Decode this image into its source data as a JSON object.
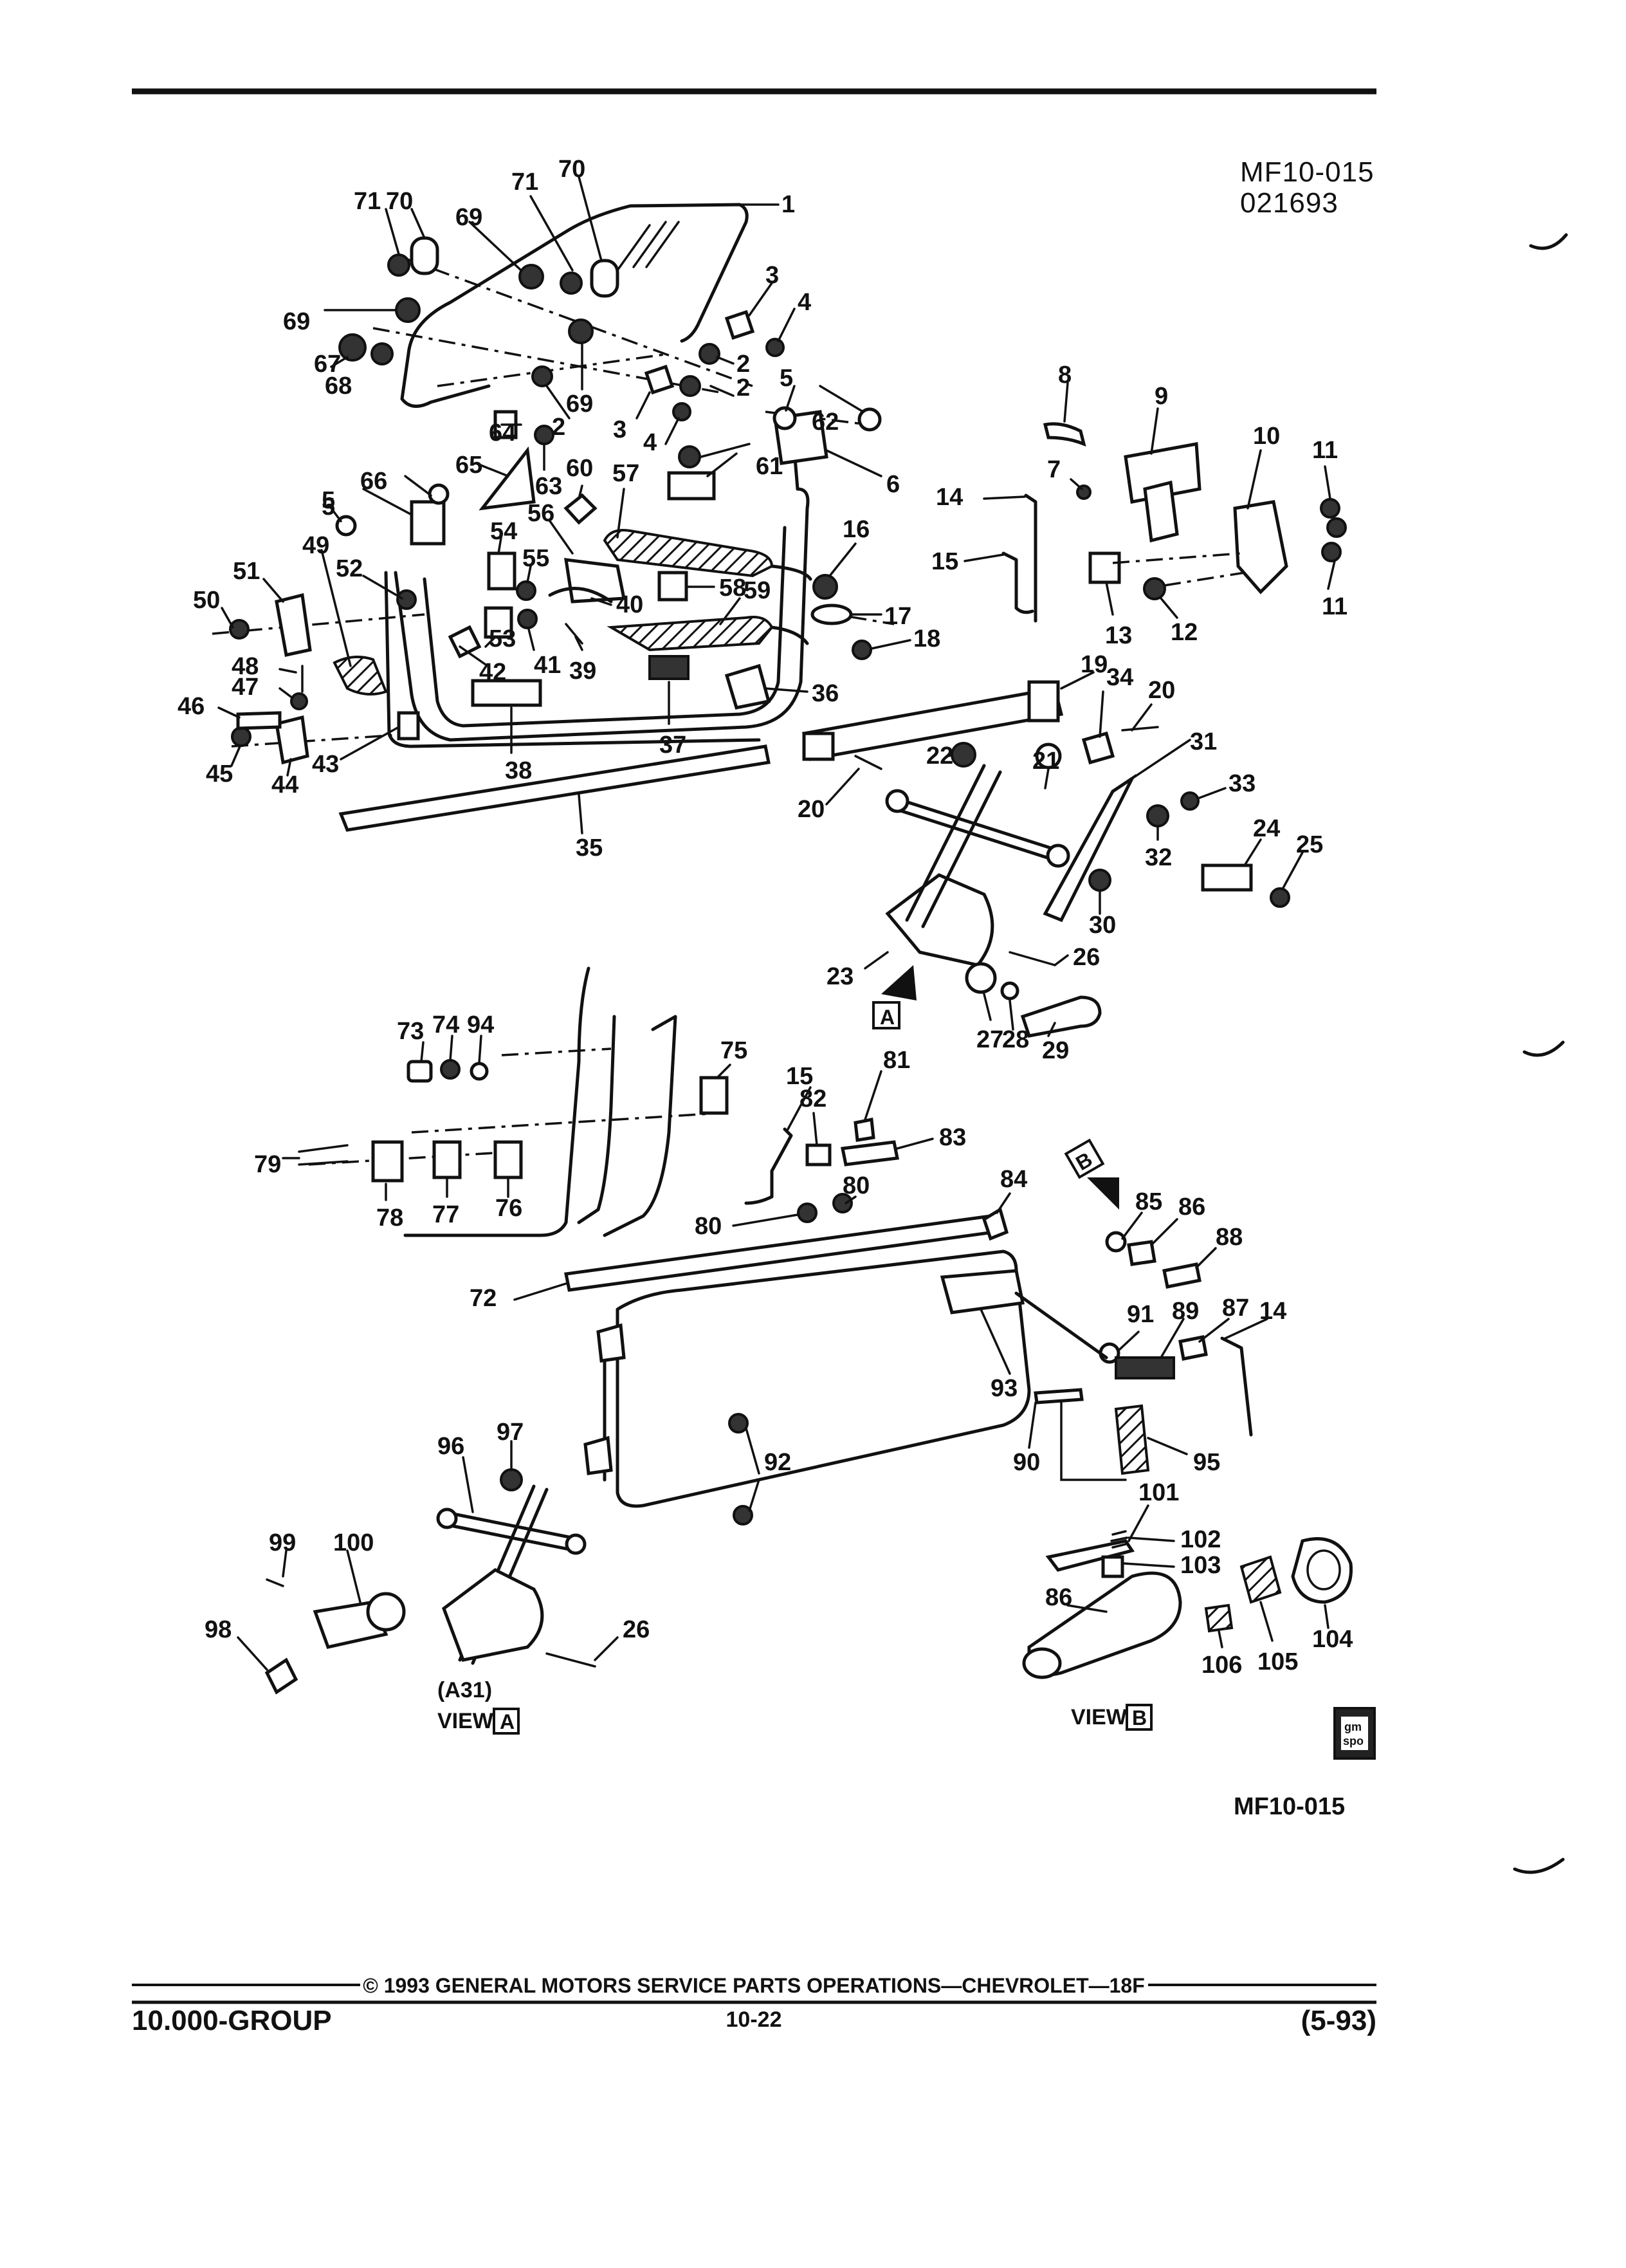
{
  "header": {
    "code_top": "MF10-015",
    "date_code": "021693"
  },
  "footer": {
    "copyright": "© 1993 GENERAL MOTORS SERVICE PARTS OPERATIONS—CHEVROLET—18F",
    "group": "10.000-GROUP",
    "page": "10-22",
    "revision": "(5-93)",
    "figure_code": "MF10-015"
  },
  "views": {
    "a_label": "VIEW",
    "a_letter": "A",
    "a_sub": "(A31)",
    "b_label": "VIEW",
    "b_letter": "B",
    "logo_top": "gm",
    "logo_bottom": "spo"
  },
  "callouts": [
    {
      "num": "71"
    },
    {
      "num": "70"
    },
    {
      "num": "71"
    },
    {
      "num": "70"
    },
    {
      "num": "1"
    },
    {
      "num": "69"
    },
    {
      "num": "3"
    },
    {
      "num": "4"
    },
    {
      "num": "69"
    },
    {
      "num": "67"
    },
    {
      "num": "68"
    },
    {
      "num": "2"
    },
    {
      "num": "2"
    },
    {
      "num": "69"
    },
    {
      "num": "3"
    },
    {
      "num": "4"
    },
    {
      "num": "2"
    },
    {
      "num": "64"
    },
    {
      "num": "63"
    },
    {
      "num": "5"
    },
    {
      "num": "62"
    },
    {
      "num": "61"
    },
    {
      "num": "6"
    },
    {
      "num": "65"
    },
    {
      "num": "60"
    },
    {
      "num": "57"
    },
    {
      "num": "66"
    },
    {
      "num": "5"
    },
    {
      "num": "5"
    },
    {
      "num": "56"
    },
    {
      "num": "54"
    },
    {
      "num": "55"
    },
    {
      "num": "49"
    },
    {
      "num": "52"
    },
    {
      "num": "51"
    },
    {
      "num": "50"
    },
    {
      "num": "40"
    },
    {
      "num": "58"
    },
    {
      "num": "59"
    },
    {
      "num": "16"
    },
    {
      "num": "17"
    },
    {
      "num": "18"
    },
    {
      "num": "53"
    },
    {
      "num": "42"
    },
    {
      "num": "41"
    },
    {
      "num": "39"
    },
    {
      "num": "48"
    },
    {
      "num": "47"
    },
    {
      "num": "46"
    },
    {
      "num": "45"
    },
    {
      "num": "44"
    },
    {
      "num": "43"
    },
    {
      "num": "38"
    },
    {
      "num": "37"
    },
    {
      "num": "36"
    },
    {
      "num": "35"
    },
    {
      "num": "8"
    },
    {
      "num": "9"
    },
    {
      "num": "7"
    },
    {
      "num": "10"
    },
    {
      "num": "11"
    },
    {
      "num": "14"
    },
    {
      "num": "15"
    },
    {
      "num": "13"
    },
    {
      "num": "12"
    },
    {
      "num": "11"
    },
    {
      "num": "19"
    },
    {
      "num": "34"
    },
    {
      "num": "20"
    },
    {
      "num": "31"
    },
    {
      "num": "22"
    },
    {
      "num": "21"
    },
    {
      "num": "33"
    },
    {
      "num": "20"
    },
    {
      "num": "32"
    },
    {
      "num": "24"
    },
    {
      "num": "25"
    },
    {
      "num": "30"
    },
    {
      "num": "26"
    },
    {
      "num": "23"
    },
    {
      "num": "27"
    },
    {
      "num": "28"
    },
    {
      "num": "29"
    },
    {
      "num": "73"
    },
    {
      "num": "74"
    },
    {
      "num": "94"
    },
    {
      "num": "75"
    },
    {
      "num": "15"
    },
    {
      "num": "82"
    },
    {
      "num": "81"
    },
    {
      "num": "83"
    },
    {
      "num": "79"
    },
    {
      "num": "78"
    },
    {
      "num": "77"
    },
    {
      "num": "76"
    },
    {
      "num": "80"
    },
    {
      "num": "80"
    },
    {
      "num": "84"
    },
    {
      "num": "85"
    },
    {
      "num": "86"
    },
    {
      "num": "88"
    },
    {
      "num": "72"
    },
    {
      "num": "91"
    },
    {
      "num": "89"
    },
    {
      "num": "87"
    },
    {
      "num": "14"
    },
    {
      "num": "93"
    },
    {
      "num": "90"
    },
    {
      "num": "95"
    },
    {
      "num": "96"
    },
    {
      "num": "97"
    },
    {
      "num": "92"
    },
    {
      "num": "101"
    },
    {
      "num": "102"
    },
    {
      "num": "103"
    },
    {
      "num": "99"
    },
    {
      "num": "100"
    },
    {
      "num": "98"
    },
    {
      "num": "26"
    },
    {
      "num": "86"
    },
    {
      "num": "106"
    },
    {
      "num": "105"
    },
    {
      "num": "104"
    }
  ]
}
